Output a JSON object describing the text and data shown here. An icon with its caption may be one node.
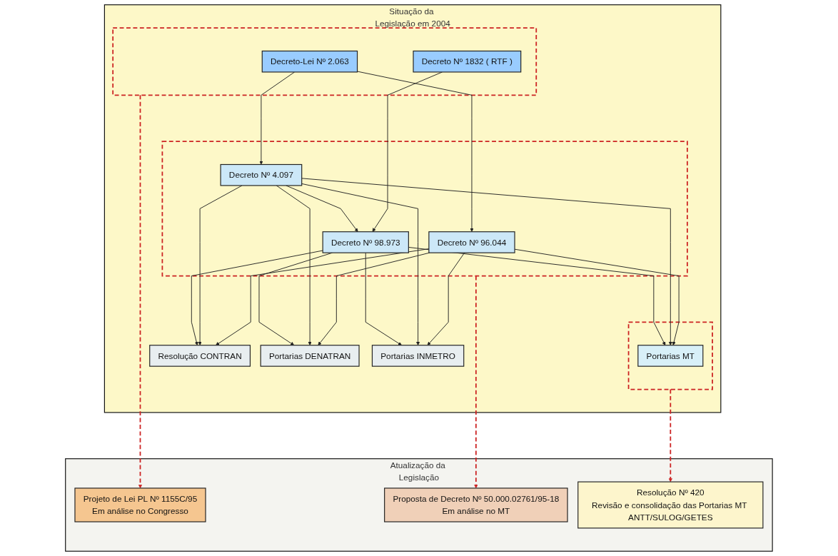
{
  "diagram": {
    "nodes": [
      {
        "text": [
          "Situação da Legislação em 2004"
        ]
      },
      {
        "text": [],
        "shape": "box",
        "in": 0
      },
      {
        "text": [
          "Decreto-Lei Nº 2.063"
        ],
        "in": 1
      },
      {
        "text": [
          "Decreto Nº 1832 ( RTF )"
        ],
        "in": 1
      },
      {
        "text": [],
        "shape": "box",
        "in": 0
      },
      {
        "text": [
          "Decreto Nº 96.044"
        ],
        "in": 4
      },
      {
        "text": [
          "Decreto Nº 4.097"
        ],
        "in": 4
      },
      {
        "text": [
          "Decreto Nº 98.973"
        ],
        "in": 4
      },
      {
        "text": [
          "Resolução CONTRAN"
        ],
        "in": 0
      },
      {
        "text": [
          "Portarias DENATRAN"
        ],
        "in": 0
      },
      {
        "text": [
          "Portarias INMETRO"
        ],
        "in": 0
      },
      {
        "text": [],
        "shape": "box",
        "in": 0
      },
      {
        "text": [
          "Portarias MT"
        ],
        "in": 11
      },
      {
        "text": [
          "Atualização da Legislação"
        ]
      },
      {
        "text": [
          "Projeto de Lei PL Nº 1155C/95",
          "Em análise no Congresso"
        ],
        "in": 13
      },
      {
        "text": [
          "Proposta de Decreto Nº 50.000.02761/95-18",
          "Em análise no MT"
        ],
        "in": 13
      },
      {
        "text": [
          "Resolução Nº 420",
          "Revisão e consolidação das Portarias MT ANTT/SULOG/GETES"
        ],
        "in": 13
      }
    ],
    "edges": [
      {
        "from": 2,
        "to": 5,
        "arrow": "to"
      },
      {
        "from": 2,
        "to": 6,
        "arrow": "to"
      },
      {
        "from": 3,
        "to": 7,
        "arrow": "to"
      },
      {
        "from": 6,
        "to": 7,
        "arrow": "to"
      },
      {
        "from": 5,
        "to": 8,
        "arrow": "to"
      },
      {
        "from": 5,
        "to": 9,
        "arrow": "to"
      },
      {
        "from": 5,
        "to": 10,
        "arrow": "to"
      },
      {
        "from": 5,
        "to": 12,
        "arrow": "to"
      },
      {
        "from": 6,
        "to": 8,
        "arrow": "to"
      },
      {
        "from": 6,
        "to": 9,
        "arrow": "to"
      },
      {
        "from": 6,
        "to": 10,
        "arrow": "to"
      },
      {
        "from": 6,
        "to": 12,
        "arrow": "to"
      },
      {
        "from": 7,
        "to": 8,
        "arrow": "to"
      },
      {
        "from": 7,
        "to": 9,
        "arrow": "to"
      },
      {
        "from": 7,
        "to": 10,
        "arrow": "to"
      },
      {
        "from": 7,
        "to": 12,
        "arrow": "to"
      },
      {
        "from": 1,
        "to": 14,
        "arrow": "to",
        "style": "dashed",
        "color": "#cc2222"
      },
      {
        "from": 4,
        "to": 15,
        "arrow": "to",
        "style": "dashed",
        "color": "#cc2222"
      },
      {
        "from": 11,
        "to": 16,
        "arrow": "to",
        "style": "dashed",
        "color": "#cc2222"
      }
    ]
  }
}
